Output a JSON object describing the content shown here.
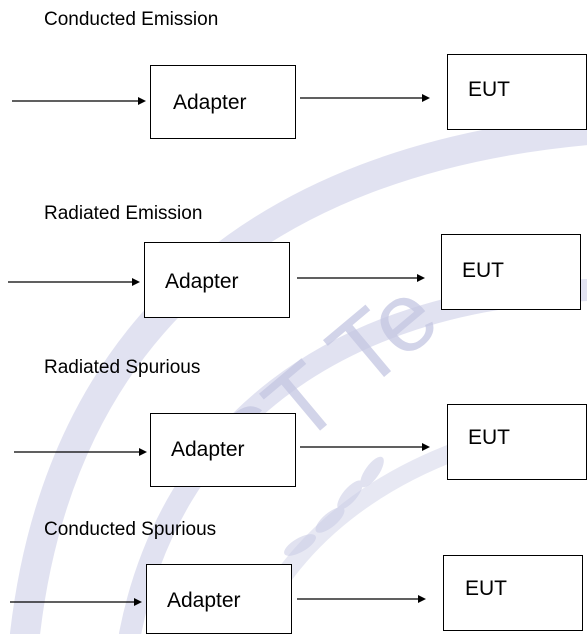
{
  "watermark": {
    "text": "ST Te",
    "color": "#c4c6e2"
  },
  "rows": [
    {
      "title": "Conducted Emission",
      "adapter_label": "Adapter",
      "eut_label": "EUT"
    },
    {
      "title": "Radiated Emission",
      "adapter_label": "Adapter",
      "eut_label": "EUT"
    },
    {
      "title": "Radiated Spurious",
      "adapter_label": "Adapter",
      "eut_label": "EUT"
    },
    {
      "title": "Conducted Spurious",
      "adapter_label": "Adapter",
      "eut_label": "EUT"
    }
  ]
}
